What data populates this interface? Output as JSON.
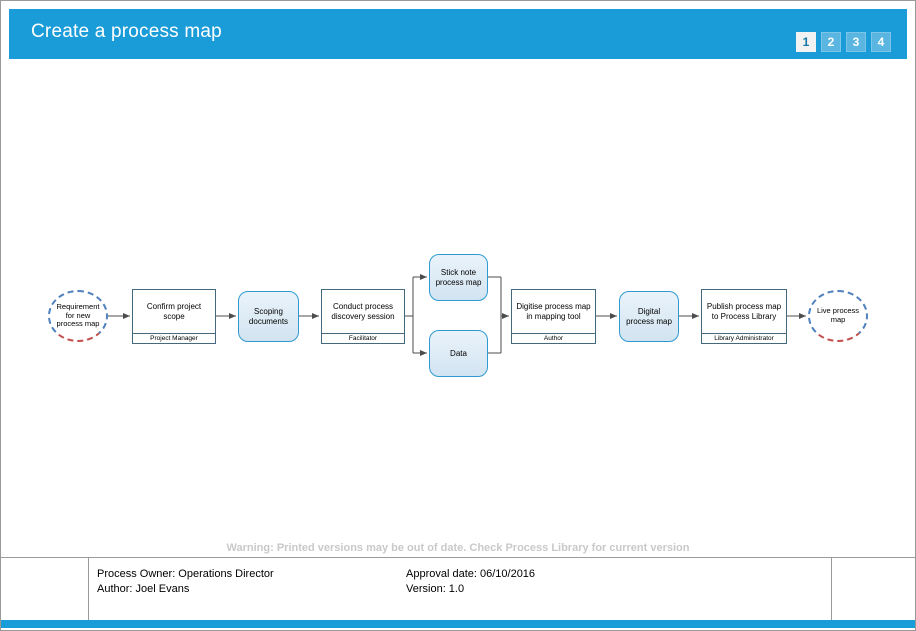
{
  "header": {
    "title": "Create a process map",
    "pages": [
      {
        "label": "1",
        "active": true
      },
      {
        "label": "2",
        "active": false
      },
      {
        "label": "3",
        "active": false
      },
      {
        "label": "4",
        "active": false
      }
    ]
  },
  "flow": {
    "nodes": [
      {
        "id": "requirement-for-new-process-map",
        "type": "start",
        "label": "Requirement for new process map"
      },
      {
        "id": "confirm-project-scope",
        "type": "activity",
        "label": "Confirm project scope",
        "role": "Project Manager"
      },
      {
        "id": "scoping-documents",
        "type": "deliverable",
        "label": "Scoping documents"
      },
      {
        "id": "conduct-process-discovery-session",
        "type": "activity",
        "label": "Conduct process discovery session",
        "role": "Facilitator"
      },
      {
        "id": "stick-note-process-map",
        "type": "deliverable",
        "label": "Stick note process map"
      },
      {
        "id": "data",
        "type": "deliverable",
        "label": "Data"
      },
      {
        "id": "digitise-process-map",
        "type": "activity",
        "label": "Digitise process map in mapping tool",
        "role": "Author"
      },
      {
        "id": "digital-process-map",
        "type": "deliverable",
        "label": "Digital process map"
      },
      {
        "id": "publish-process-map",
        "type": "activity",
        "label": "Publish process map to Process Library",
        "role": "Library Administrator"
      },
      {
        "id": "live-process-map",
        "type": "end",
        "label": "Live process map"
      }
    ]
  },
  "warning": "Warning: Printed versions may be out of date. Check Process Library for current version",
  "footer": {
    "process_owner": "Process Owner: Operations Director",
    "author": "Author: Joel Evans",
    "approval_date": "Approval date: 06/10/2016",
    "version": "Version: 1.0"
  },
  "colors": {
    "header_blue": "#1a9cd8",
    "page_button_blue": "#5ab5e0",
    "deliverable_fill": "#d2e4f1",
    "deliverable_border": "#2f9ad2",
    "activity_border": "#44687d",
    "terminator_dash_blue": "#4f81bd",
    "terminator_dash_red": "#c0504d",
    "connector_gray": "#4d4d4d"
  }
}
